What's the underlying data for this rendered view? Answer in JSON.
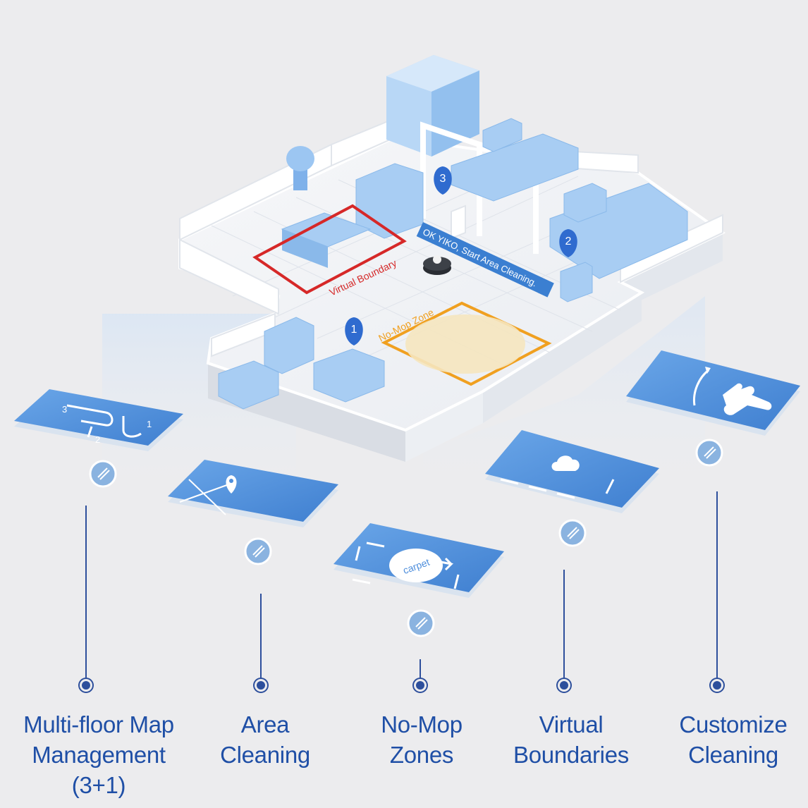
{
  "map": {
    "virtual_boundary_label": "Virtual Boundary",
    "no_mop_zone_label": "No-Mop Zone",
    "voice_command": "OK YIKO, Start Area Cleaning.",
    "pins": [
      "1",
      "2",
      "3"
    ]
  },
  "tiles": {
    "carpet_label": "carpet",
    "floor_numbers": [
      "3",
      "2",
      "1"
    ]
  },
  "features": [
    {
      "lines": [
        "Multi-floor Map",
        "Management",
        "(3+1)"
      ],
      "icon": "multi-floor-map-icon"
    },
    {
      "lines": [
        "Area",
        "Cleaning"
      ],
      "icon": "area-pin-icon"
    },
    {
      "lines": [
        "No-Mop",
        "Zones"
      ],
      "icon": "carpet-icon"
    },
    {
      "lines": [
        "Virtual",
        "Boundaries"
      ],
      "icon": "cloud-boundary-icon"
    },
    {
      "lines": [
        "Customize",
        "Cleaning"
      ],
      "icon": "hand-gesture-icon"
    }
  ],
  "colors": {
    "label_text": "#1f4fa6",
    "connector": "#2d4f9c",
    "virtual_boundary": "#d62828",
    "no_mop_zone": "#f0a020",
    "tile_blue": "#4f8fdc",
    "furniture_blue": "#a8cdf3"
  }
}
